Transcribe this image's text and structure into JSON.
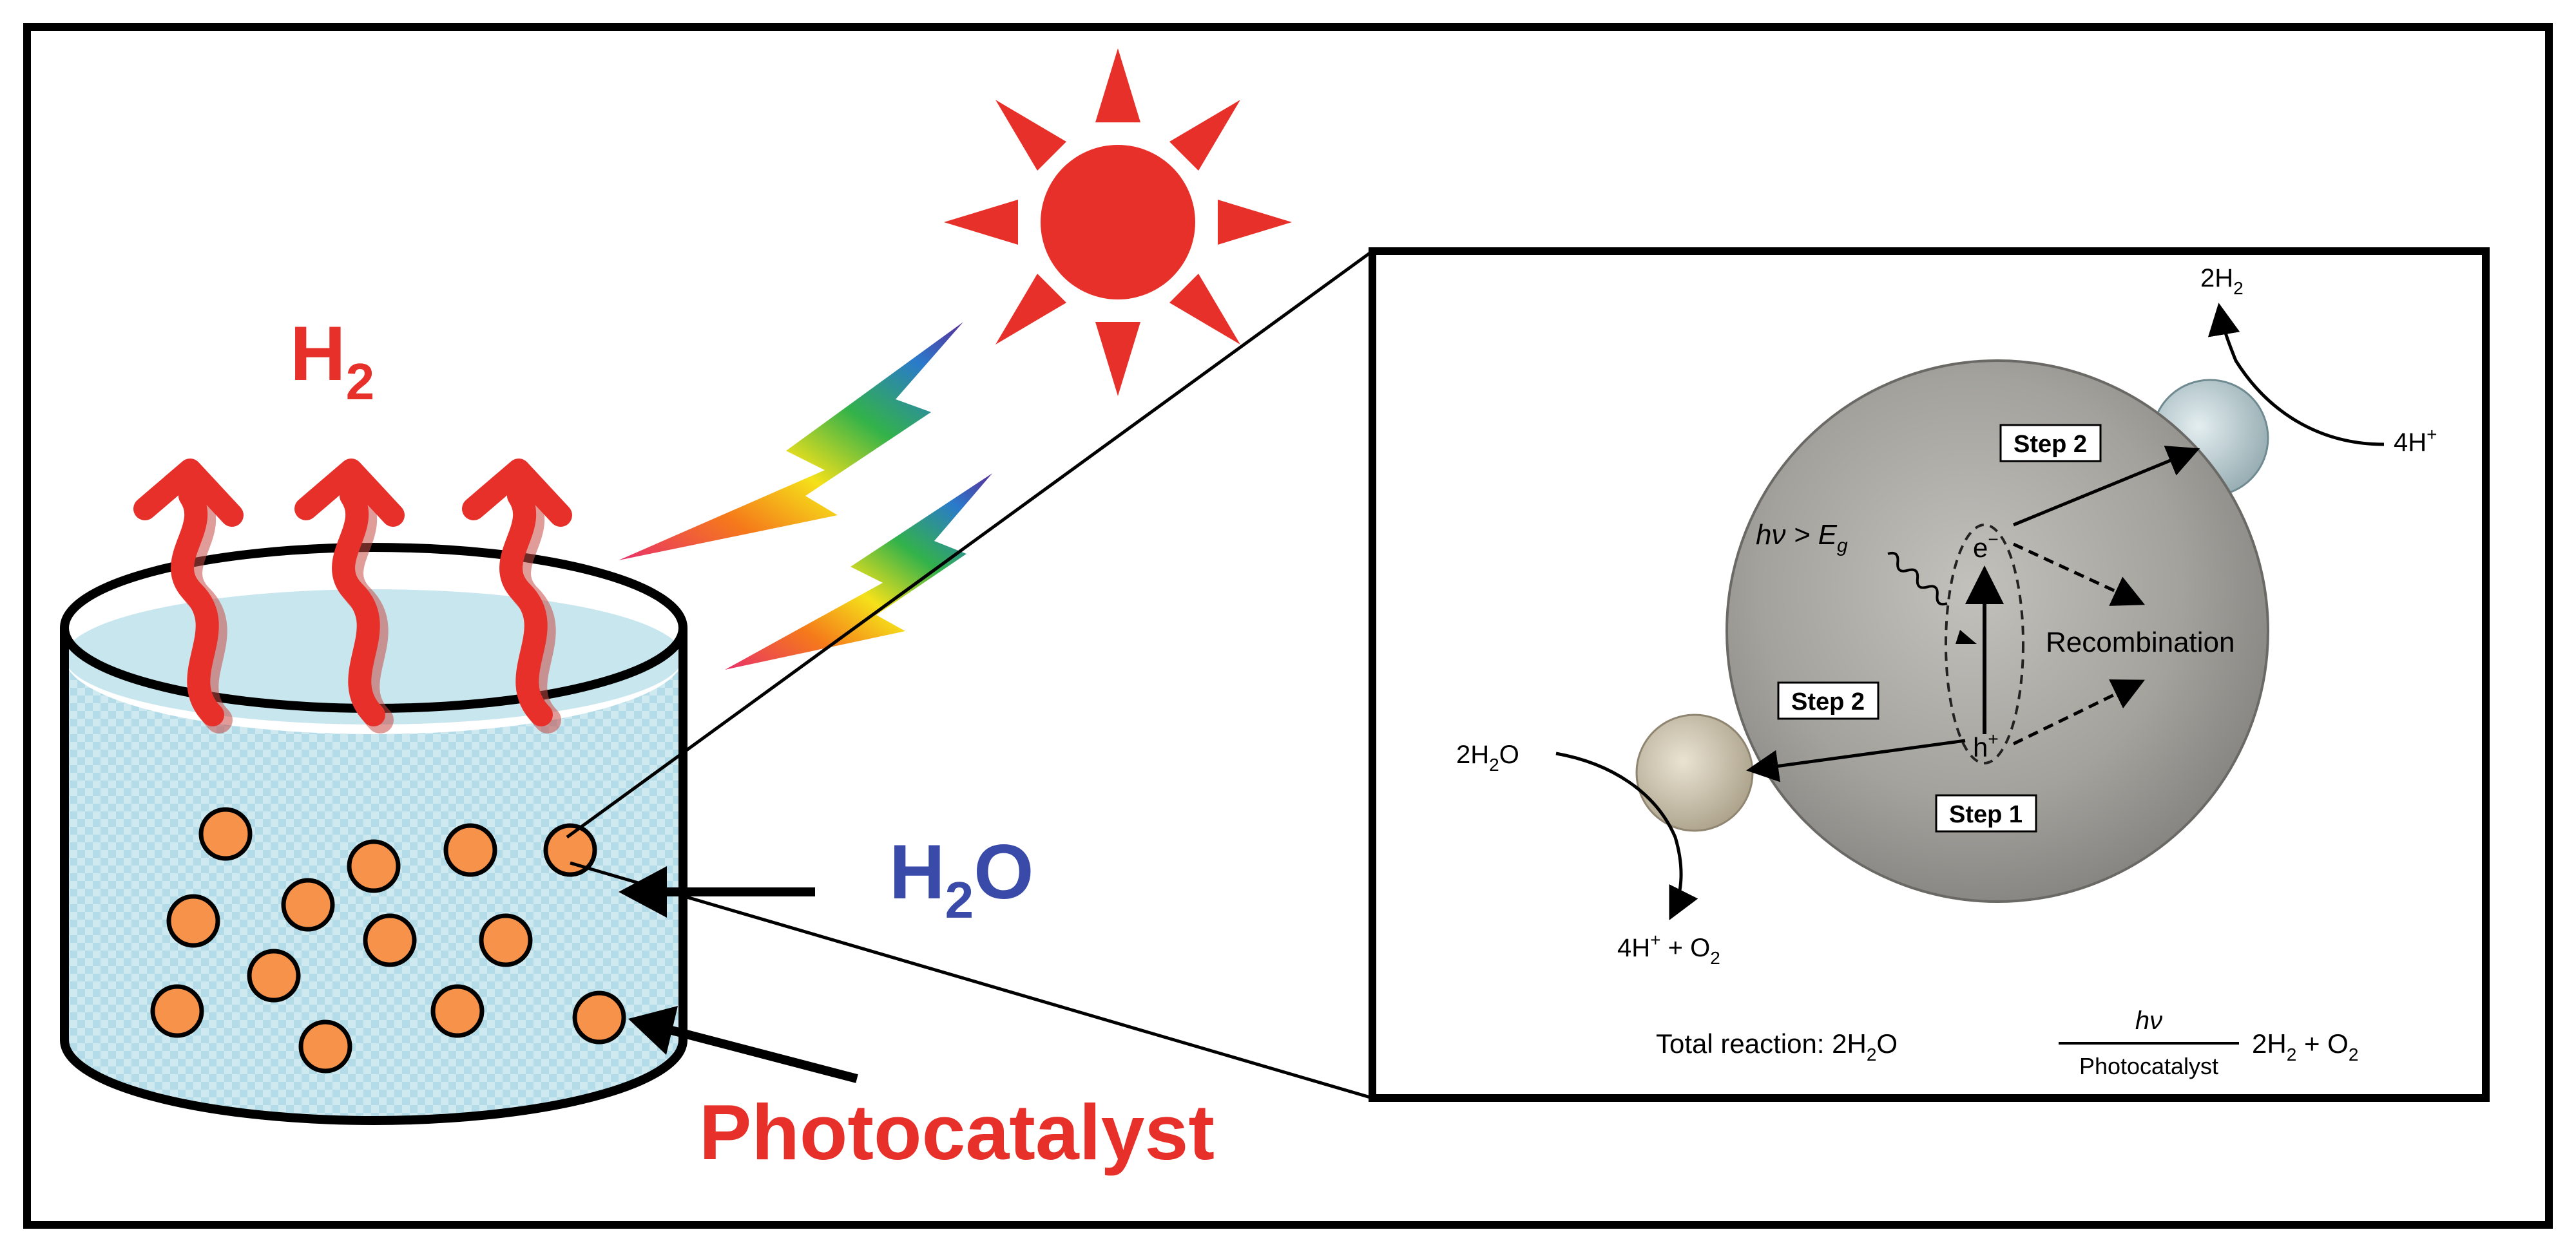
{
  "labels": {
    "h2": "H",
    "h2_sub": "2",
    "h2o_h": "H",
    "h2o_sub": "2",
    "h2o_o": "O",
    "photocatalyst": "Photocatalyst"
  },
  "inset": {
    "top_product": "2H",
    "top_product_sub": "2",
    "top_reactant": "4H",
    "top_reactant_sup": "+",
    "step2_top": "Step 2",
    "step2_left": "Step 2",
    "step1": "Step 1",
    "recombination": "Recombination",
    "hv_label": "hν > E",
    "hv_sub": "g",
    "electron": "e",
    "electron_sup": "−",
    "hole": "h",
    "hole_sup": "+",
    "left_reactant": "2H",
    "left_reactant_sub": "2",
    "left_reactant_o": "O",
    "left_product_a": "4H",
    "left_product_sup": "+",
    "left_product_b": " + O",
    "left_product_sub": "2",
    "total_prefix": "Total reaction: 2H",
    "total_sub1": "2",
    "total_mid": "O",
    "frac_top": "hν",
    "frac_bottom": "Photocatalyst",
    "total_right_a": "2H",
    "total_sub2": "2",
    "total_right_b": " + O",
    "total_sub3": "2"
  },
  "colors": {
    "accent_red": "#e8302a",
    "water_blue": "#3a4aa8",
    "particle_orange": "#f7924a",
    "sphere_gray": "#9a9994"
  }
}
